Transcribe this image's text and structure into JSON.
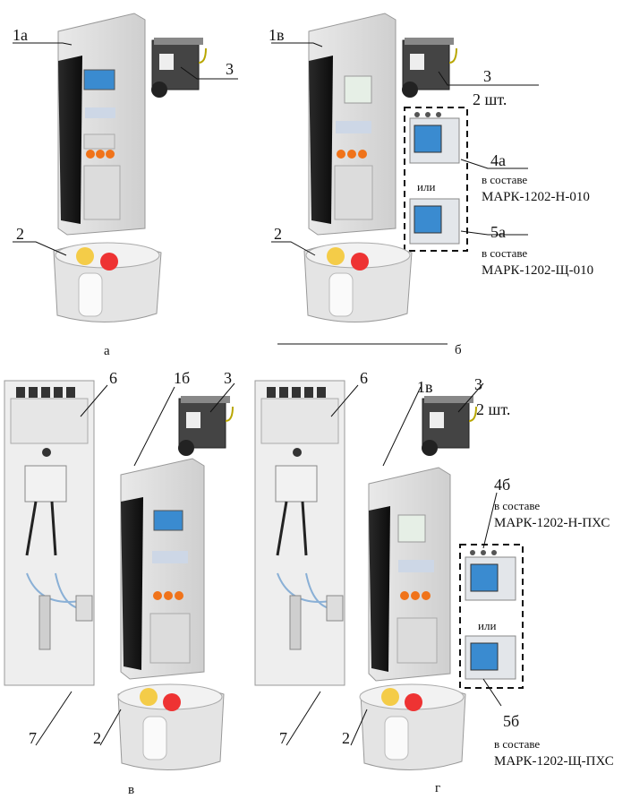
{
  "labels": {
    "a": {
      "l1": "1а",
      "l2": "2",
      "l3": "3",
      "sub": "а"
    },
    "b": {
      "l1": "1в",
      "l2": "2",
      "l3": "3",
      "l3_qty": "2 шт.",
      "l4": "4а",
      "l4_cap": "в составе",
      "l4_model": "МАРК-1202-Н-010",
      "or": "или",
      "l5": "5а",
      "l5_cap": "в составе",
      "l5_model": "МАРК-1202-Щ-010",
      "sub": "б"
    },
    "c": {
      "l6": "6",
      "l1": "1б",
      "l3": "3",
      "l7": "7",
      "l2": "2",
      "sub": "в"
    },
    "d": {
      "l6": "6",
      "l1": "1в",
      "l3": "3",
      "l3_qty": "2 шт.",
      "l4": "4б",
      "l4_cap": "в составе",
      "l4_model": "МАРК-1202-Н-ПХС",
      "or": "или",
      "l7": "7",
      "l2": "2",
      "l5": "5б",
      "l5_cap": "в составе",
      "l5_model": "МАРК-1202-Щ-ПХС",
      "sub": "г"
    }
  }
}
